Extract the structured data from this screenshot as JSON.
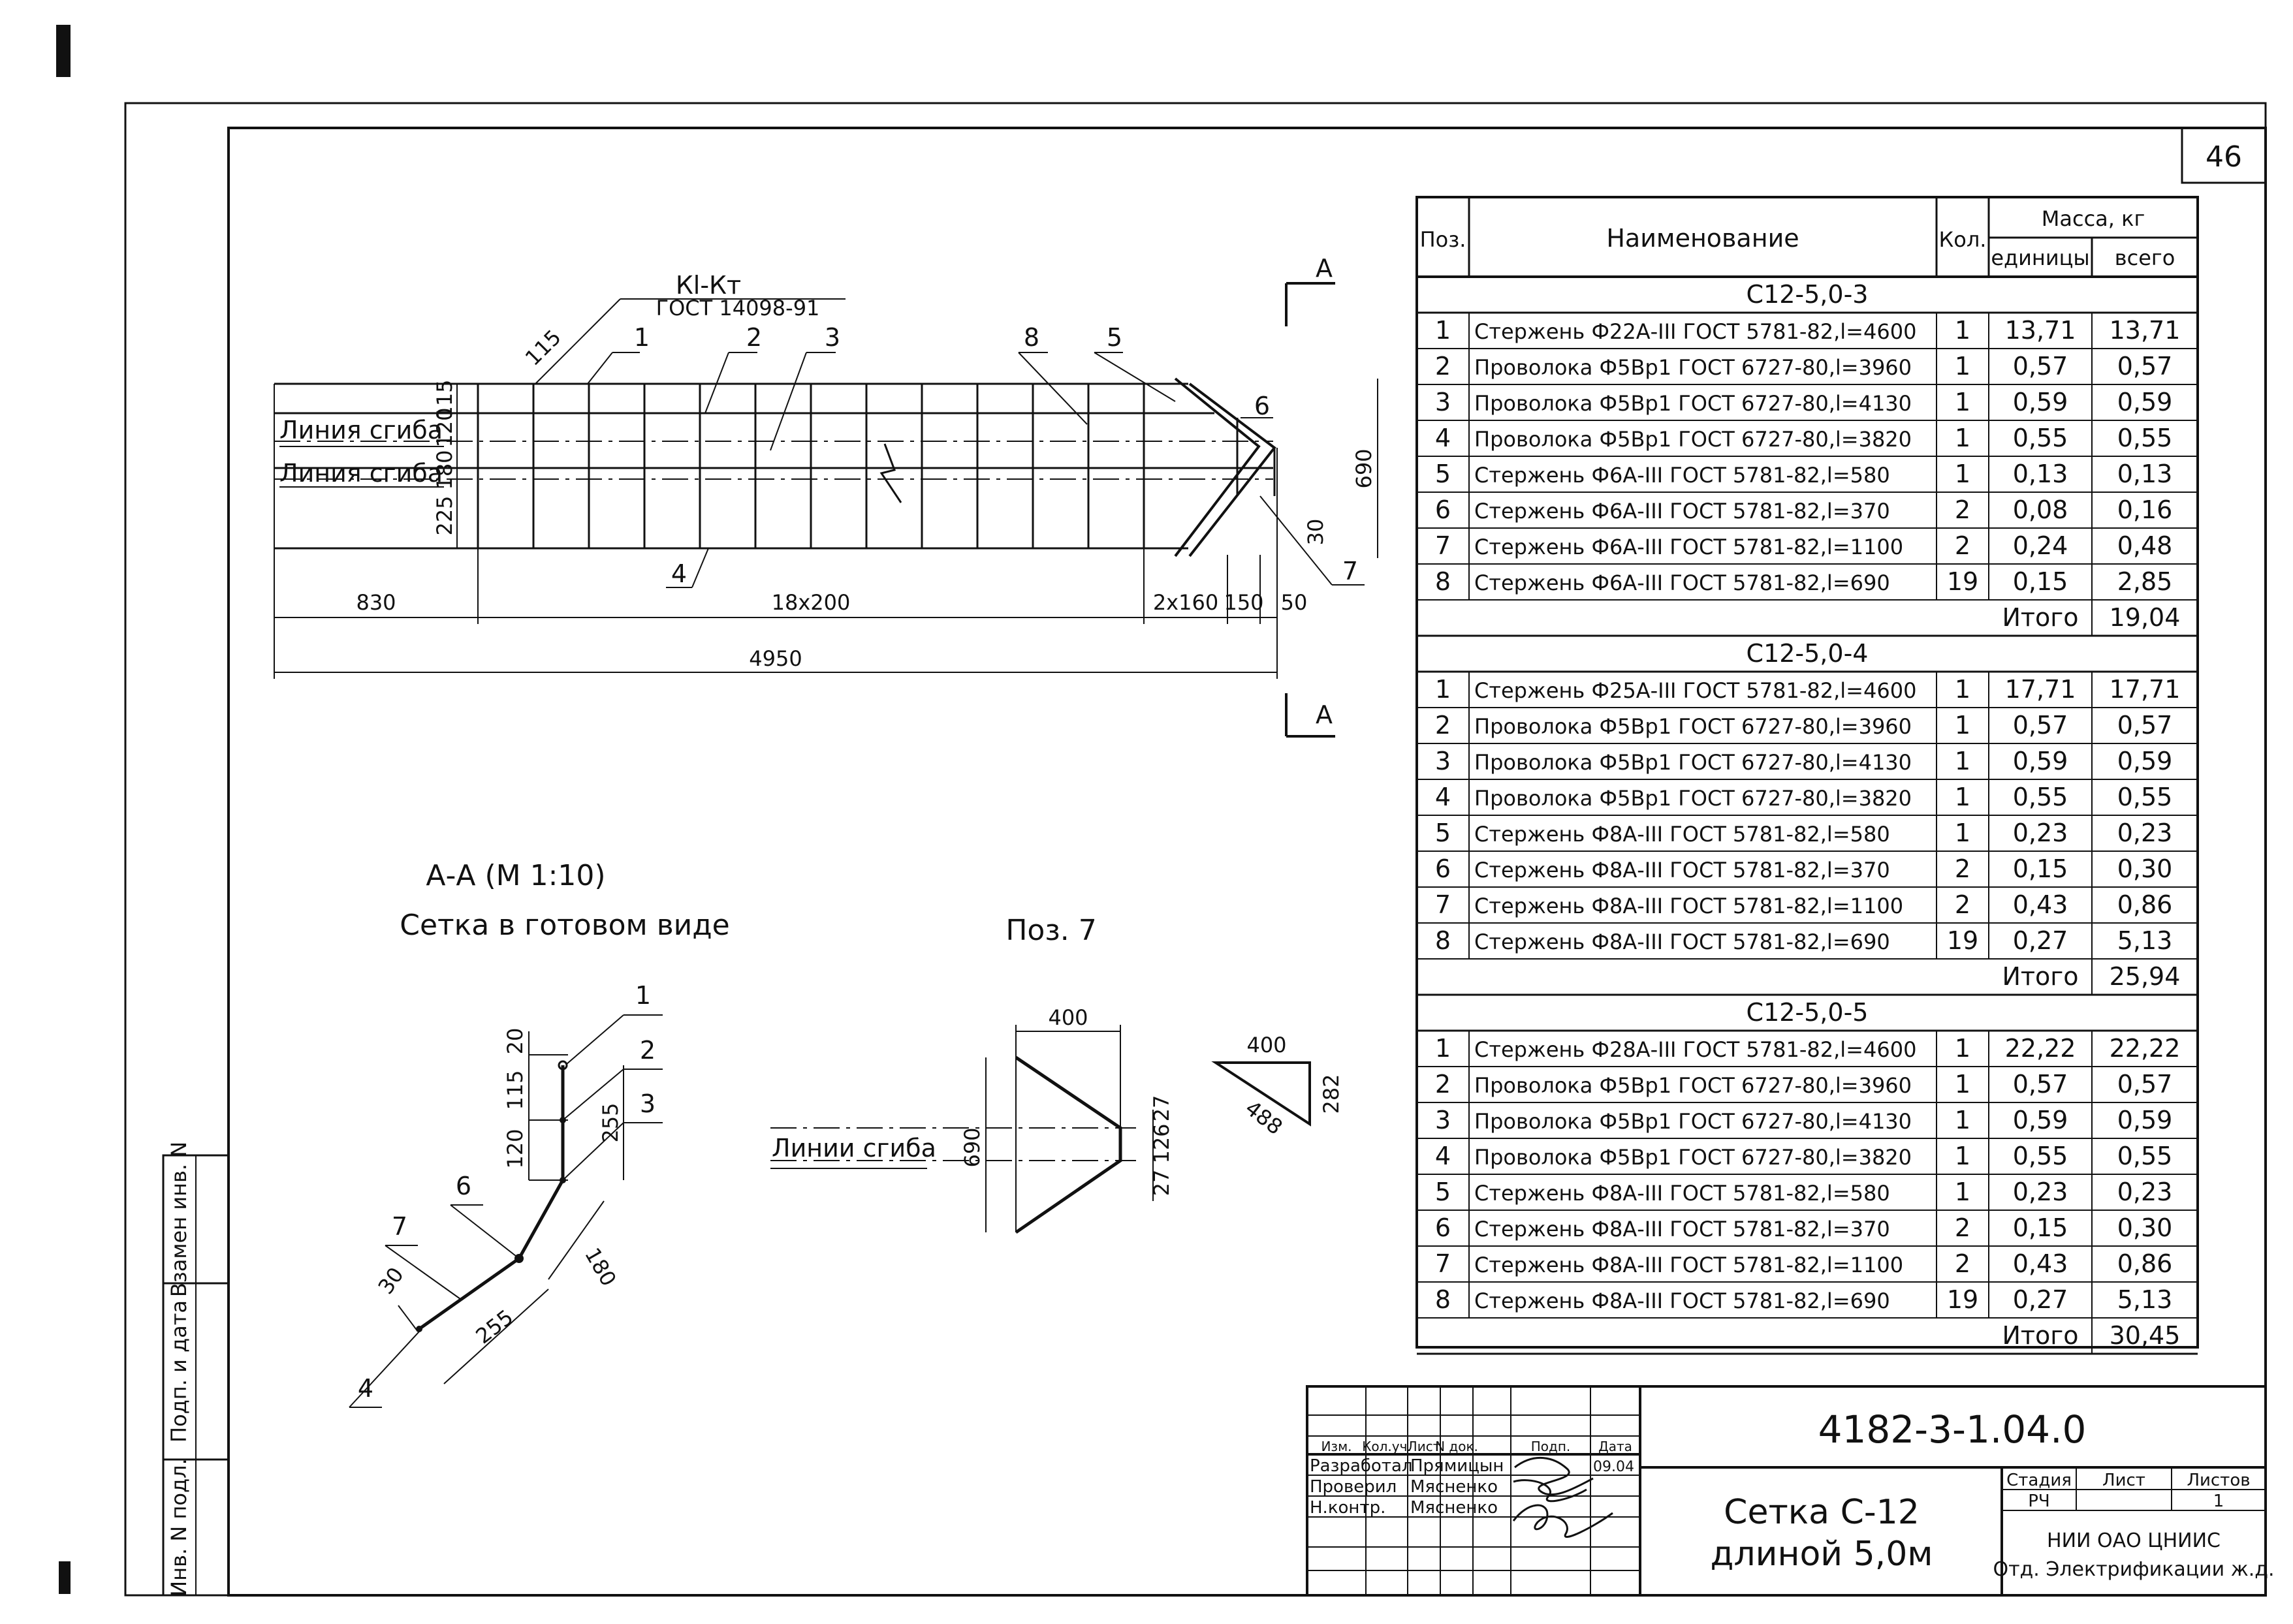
{
  "sheet": {
    "number": "46"
  },
  "title_block": {
    "code": "4182-3-1.04.0",
    "title_line1": "Сетка С-12",
    "title_line2": "длиной 5,0м",
    "header": [
      "Изм.",
      "Кол.уч.",
      "Лист",
      "N док.",
      "Подп.",
      "Дата"
    ],
    "roles": [
      {
        "role": "Разработал",
        "name": "Прямицын",
        "date": "09.04"
      },
      {
        "role": "Проверил",
        "name": "Мясненко",
        "date": ""
      },
      {
        "role": "Н.контр.",
        "name": "Мясненко",
        "date": ""
      }
    ],
    "stage_label": "Стадия",
    "sheet_label": "Лист",
    "sheets_label": "Листов",
    "stage": "РЧ",
    "sheets": "1",
    "org_line1": "НИИ ОАО ЦНИИС",
    "org_line2": "Отд. Электрификации ж.д."
  },
  "side_stamp": [
    "Взамен инв. N",
    "Подп. и дата",
    "Инв. N подл."
  ],
  "spec": {
    "headers": {
      "pos": "Поз.",
      "name": "Наименование",
      "qty": "Кол.",
      "mass": "Масса, кг",
      "unit": "единицы",
      "total": "всего"
    },
    "total_label": "Итого",
    "groups": [
      {
        "title": "С12-5,0-3",
        "total": "19,04",
        "rows": [
          [
            "1",
            "Стержень Ф22А-III ГОСТ 5781-82,l=4600",
            "1",
            "13,71",
            "13,71"
          ],
          [
            "2",
            "Проволока Ф5Вр1 ГОСТ 6727-80,l=3960",
            "1",
            "0,57",
            "0,57"
          ],
          [
            "3",
            "Проволока Ф5Вр1 ГОСТ 6727-80,l=4130",
            "1",
            "0,59",
            "0,59"
          ],
          [
            "4",
            "Проволока Ф5Вр1 ГОСТ 6727-80,l=3820",
            "1",
            "0,55",
            "0,55"
          ],
          [
            "5",
            "Стержень Ф6А-III ГОСТ 5781-82,l=580",
            "1",
            "0,13",
            "0,13"
          ],
          [
            "6",
            "Стержень Ф6А-III ГОСТ 5781-82,l=370",
            "2",
            "0,08",
            "0,16"
          ],
          [
            "7",
            "Стержень Ф6А-III ГОСТ 5781-82,l=1100",
            "2",
            "0,24",
            "0,48"
          ],
          [
            "8",
            "Стержень Ф6А-III ГОСТ 5781-82,l=690",
            "19",
            "0,15",
            "2,85"
          ]
        ]
      },
      {
        "title": "С12-5,0-4",
        "total": "25,94",
        "rows": [
          [
            "1",
            "Стержень Ф25А-III ГОСТ 5781-82,l=4600",
            "1",
            "17,71",
            "17,71"
          ],
          [
            "2",
            "Проволока Ф5Вр1 ГОСТ 6727-80,l=3960",
            "1",
            "0,57",
            "0,57"
          ],
          [
            "3",
            "Проволока Ф5Вр1 ГОСТ 6727-80,l=4130",
            "1",
            "0,59",
            "0,59"
          ],
          [
            "4",
            "Проволока Ф5Вр1 ГОСТ 6727-80,l=3820",
            "1",
            "0,55",
            "0,55"
          ],
          [
            "5",
            "Стержень Ф8А-III ГОСТ 5781-82,l=580",
            "1",
            "0,23",
            "0,23"
          ],
          [
            "6",
            "Стержень Ф8А-III ГОСТ 5781-82,l=370",
            "2",
            "0,15",
            "0,30"
          ],
          [
            "7",
            "Стержень Ф8А-III ГОСТ 5781-82,l=1100",
            "2",
            "0,43",
            "0,86"
          ],
          [
            "8",
            "Стержень Ф8А-III ГОСТ 5781-82,l=690",
            "19",
            "0,27",
            "5,13"
          ]
        ]
      },
      {
        "title": "С12-5,0-5",
        "total": "30,45",
        "rows": [
          [
            "1",
            "Стержень Ф28А-III ГОСТ 5781-82,l=4600",
            "1",
            "22,22",
            "22,22"
          ],
          [
            "2",
            "Проволока Ф5Вр1 ГОСТ 6727-80,l=3960",
            "1",
            "0,57",
            "0,57"
          ],
          [
            "3",
            "Проволока Ф5Вр1 ГОСТ 6727-80,l=4130",
            "1",
            "0,59",
            "0,59"
          ],
          [
            "4",
            "Проволока Ф5Вр1 ГОСТ 6727-80,l=3820",
            "1",
            "0,55",
            "0,55"
          ],
          [
            "5",
            "Стержень Ф8А-III ГОСТ 5781-82,l=580",
            "1",
            "0,23",
            "0,23"
          ],
          [
            "6",
            "Стержень Ф8А-III ГОСТ 5781-82,l=370",
            "2",
            "0,15",
            "0,30"
          ],
          [
            "7",
            "Стержень Ф8А-III ГОСТ 5781-82,l=1100",
            "2",
            "0,43",
            "0,86"
          ],
          [
            "8",
            "Стержень Ф8А-III ГОСТ 5781-82,l=690",
            "19",
            "0,27",
            "5,13"
          ]
        ]
      }
    ]
  },
  "plan": {
    "weld": "Кl-Кт",
    "weld_std": "ГОСТ 14098-91",
    "bend1": "Линия сгиба",
    "bend2": "Линия сгиба",
    "section": "А",
    "pos_labels": [
      "1",
      "2",
      "3",
      "8",
      "5",
      "6",
      "4",
      "7"
    ],
    "dims": {
      "d115a": "115",
      "d115": "115",
      "d120": "120",
      "d180": "180",
      "d225": "225",
      "d690": "690",
      "d30": "30",
      "d830": "830",
      "d18x200": "18х200",
      "d2x160": "2х160",
      "d150": "150",
      "d50": "50",
      "d4950": "4950"
    }
  },
  "section_aa": {
    "title": "А-А (М 1:10)",
    "subtitle": "Сетка в готовом виде",
    "labels": [
      "1",
      "2",
      "3",
      "6",
      "7",
      "4"
    ],
    "dims": {
      "d20": "20",
      "d115": "115",
      "d120": "120",
      "d255": "255",
      "d180": "180",
      "d30": "30",
      "d255b": "255"
    }
  },
  "pos7": {
    "title": "Поз. 7",
    "bend": "Линии сгиба",
    "dims": {
      "d400": "400",
      "d690": "690",
      "d27a": "27",
      "d126": "126",
      "d27b": "27",
      "d400b": "400",
      "d282": "282",
      "d488": "488"
    }
  }
}
